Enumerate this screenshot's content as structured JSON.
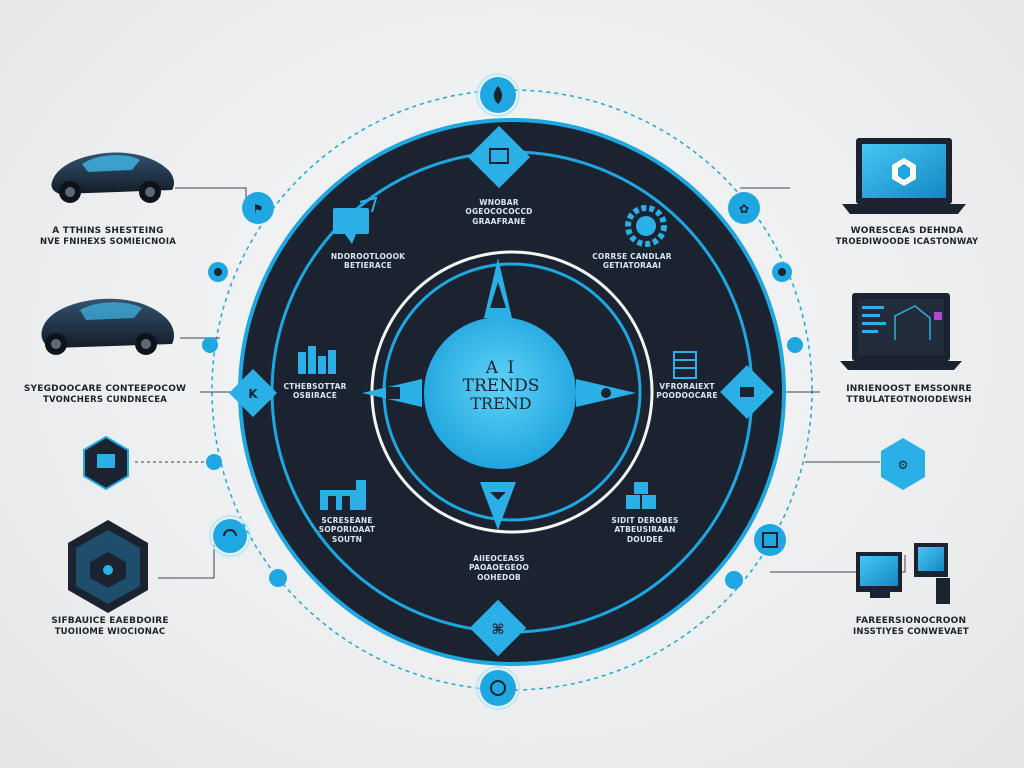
{
  "colors": {
    "ring_dark": "#1b2331",
    "accent": "#1ea7e0",
    "accent_light": "#3cc3f0",
    "bg": "#eceeef",
    "text": "#1d232b"
  },
  "center": {
    "line1": "A I",
    "line2": "TRENDS",
    "line3": "TREND"
  },
  "inner_labels": [
    {
      "id": "top",
      "lines": [
        "WNOBAR",
        "OGEOCOCOCCD",
        "GRAAFRANE"
      ]
    },
    {
      "id": "upper-left",
      "lines": [
        "NDOROOTLOOOK",
        "BETIERACE"
      ]
    },
    {
      "id": "upper-right",
      "lines": [
        "CORRSE CANDLAR",
        "GETIATORAAI"
      ]
    },
    {
      "id": "left",
      "lines": [
        "CTHEBSOTTAR",
        "OSBIRACE"
      ]
    },
    {
      "id": "right",
      "lines": [
        "VFRORAIEXT",
        "POODOOCARE"
      ]
    },
    {
      "id": "lower-left",
      "lines": [
        "SCRESEANE",
        "SOPORIOAAT",
        "SOUTN"
      ]
    },
    {
      "id": "lower-right",
      "lines": [
        "SIDIT DEROBES",
        "ATBEUSIRAAN",
        "DOUDEE"
      ]
    },
    {
      "id": "bottom",
      "lines": [
        "AIIEOCEASS",
        "PAOAOEGEOO",
        "OOHEDOB"
      ]
    }
  ],
  "outer_labels": [
    {
      "id": "car-top",
      "lines": [
        "A TTHINS SHESTEING",
        "NVE FNIHEXS SOMIEICNOIA"
      ]
    },
    {
      "id": "car-middle",
      "lines": [
        "SYEGDOOCARE CONTEEPOCOW",
        "TVONCHERS CUNDNECEA"
      ]
    },
    {
      "id": "cube-bottom",
      "lines": [
        "SIFBAUICE EAEBDOIRE",
        "TUOIIOME WIOCIONAC"
      ]
    },
    {
      "id": "laptop-top",
      "lines": [
        "WORESCEAS DEHNDA",
        "TROEDIWOODE ICASTONWAY"
      ]
    },
    {
      "id": "laptop-middle",
      "lines": [
        "INRIENOOST EMSSONRE",
        "TTBULATEOTNOIODEWSH"
      ]
    },
    {
      "id": "monitor-bottom",
      "lines": [
        "FAREERSIONOCROON",
        "INSSTIYES CONWEVAET"
      ]
    }
  ],
  "icons": {
    "compass": [
      "compass-top-icon",
      "compass-left-icon",
      "compass-right-icon",
      "compass-bottom-icon"
    ],
    "orbit": [
      "flame-icon",
      "document-icon",
      "chat-icon",
      "gear-icon",
      "chart-bars-icon",
      "warehouse-icon",
      "robot-icon",
      "molecule-icon",
      "brain-icon",
      "server-icon",
      "puzzle-icon",
      "target-icon"
    ]
  }
}
